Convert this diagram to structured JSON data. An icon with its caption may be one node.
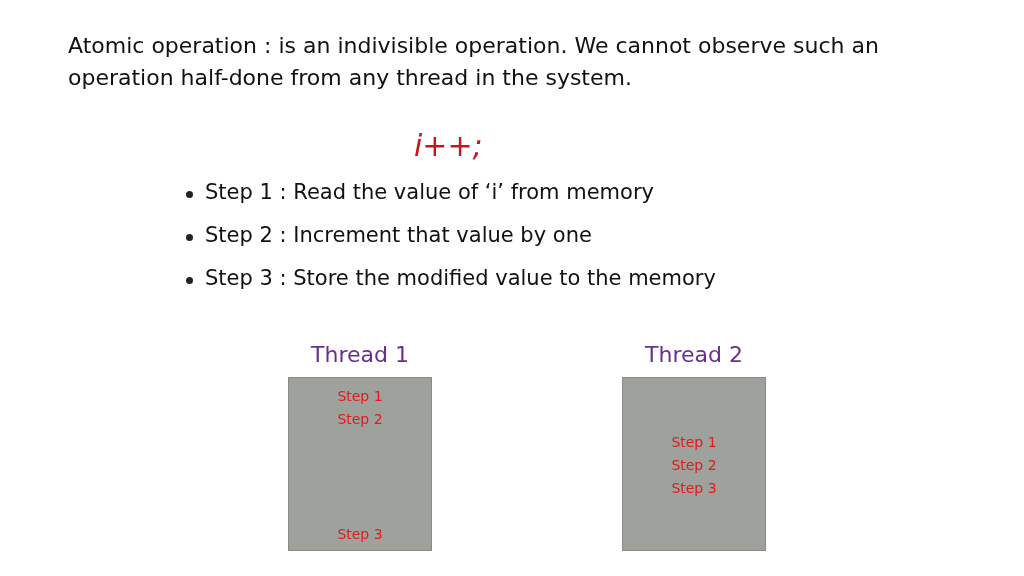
{
  "diagram": {
    "title": "Atomic operation : is an indivisible operation. We cannot observe such an operation half-done from any thread in the system.",
    "nodes": [
      {
        "text": [
          "Thread 1",
          "Step 1",
          "Step 2",
          "Step 3"
        ]
      },
      {
        "text": [
          "Thread 2",
          "Step 1",
          "Step 2",
          "Step 3"
        ]
      }
    ],
    "edges": [],
    "labels": [
      "i++;",
      "Step 1 : Read the value of ‘i’ from memory",
      "Step 2 : Increment that value by one",
      "Step 3 : Store the modified value to the memory"
    ]
  }
}
